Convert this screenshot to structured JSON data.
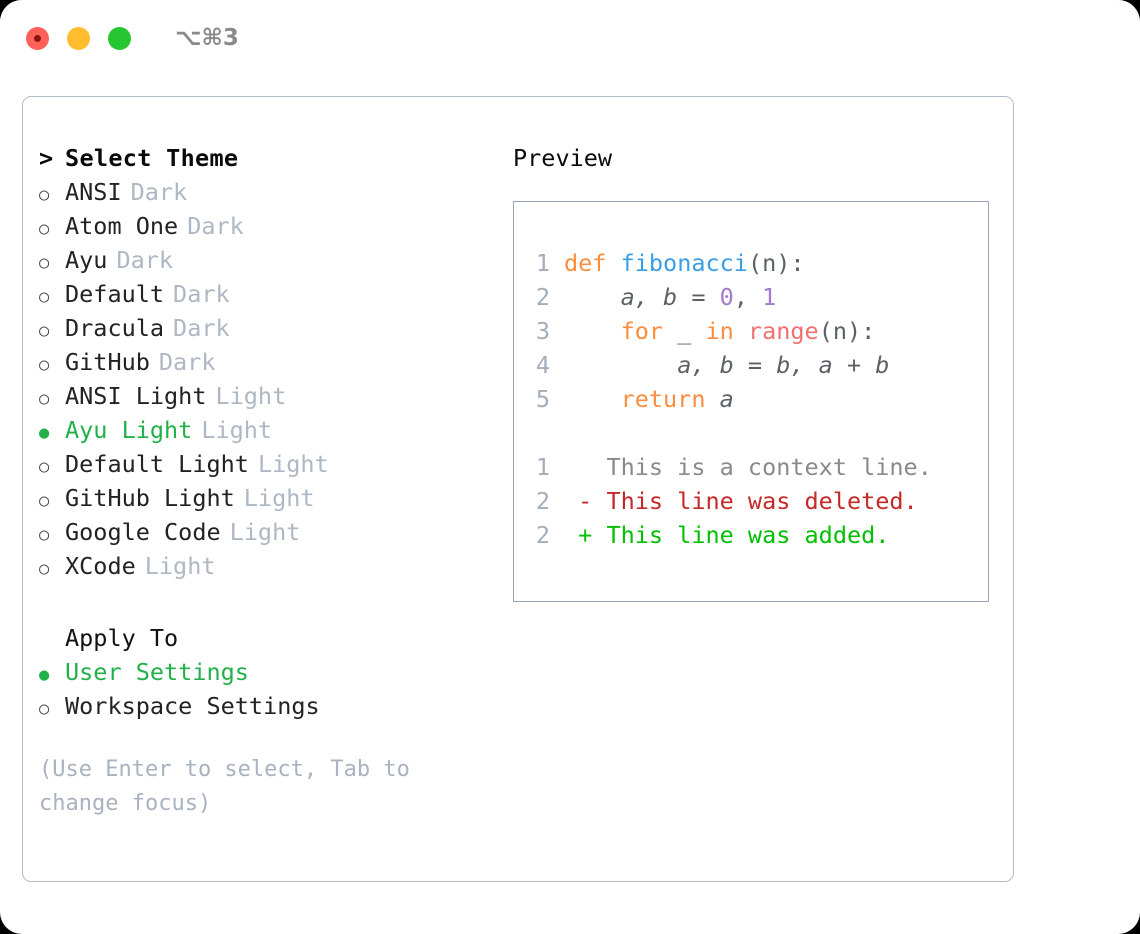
{
  "window": {
    "traffic_lights": [
      "close-red",
      "minimize-yellow",
      "zoom-green"
    ],
    "shortcut": "⌥⌘3"
  },
  "left": {
    "header": {
      "prompt": ">",
      "title": "Select Theme"
    },
    "themes": [
      {
        "marker": "○",
        "name": "ANSI",
        "tag": "Dark",
        "selected": false
      },
      {
        "marker": "○",
        "name": "Atom One",
        "tag": "Dark",
        "selected": false
      },
      {
        "marker": "○",
        "name": "Ayu",
        "tag": "Dark",
        "selected": false
      },
      {
        "marker": "○",
        "name": "Default",
        "tag": "Dark",
        "selected": false
      },
      {
        "marker": "○",
        "name": "Dracula",
        "tag": "Dark",
        "selected": false
      },
      {
        "marker": "○",
        "name": "GitHub",
        "tag": "Dark",
        "selected": false
      },
      {
        "marker": "○",
        "name": "ANSI Light",
        "tag": "Light",
        "selected": false
      },
      {
        "marker": "●",
        "name": "Ayu Light",
        "tag": "Light",
        "selected": true
      },
      {
        "marker": "○",
        "name": "Default Light",
        "tag": "Light",
        "selected": false
      },
      {
        "marker": "○",
        "name": "GitHub Light",
        "tag": "Light",
        "selected": false
      },
      {
        "marker": "○",
        "name": "Google Code",
        "tag": "Light",
        "selected": false
      },
      {
        "marker": "○",
        "name": "XCode",
        "tag": "Light",
        "selected": false
      }
    ],
    "apply_to": {
      "label": "Apply To",
      "options": [
        {
          "marker": "●",
          "name": "User Settings",
          "selected": true
        },
        {
          "marker": "○",
          "name": "Workspace Settings",
          "selected": false
        }
      ]
    },
    "hint": "(Use Enter to select, Tab to change focus)"
  },
  "right": {
    "title": "Preview",
    "code": [
      {
        "no": "1",
        "tokens": [
          {
            "t": "def",
            "c": "tok-kw"
          },
          {
            "t": " ",
            "c": "tok-plain"
          },
          {
            "t": "fibonacci",
            "c": "tok-fn"
          },
          {
            "t": "(n):",
            "c": "tok-plain"
          }
        ]
      },
      {
        "no": "2",
        "tokens": [
          {
            "t": "    ",
            "c": "tok-plain"
          },
          {
            "t": "a, b",
            "c": "tok-var"
          },
          {
            "t": " = ",
            "c": "tok-plain"
          },
          {
            "t": "0",
            "c": "tok-num"
          },
          {
            "t": ", ",
            "c": "tok-plain"
          },
          {
            "t": "1",
            "c": "tok-num"
          }
        ]
      },
      {
        "no": "3",
        "tokens": [
          {
            "t": "    ",
            "c": "tok-plain"
          },
          {
            "t": "for",
            "c": "tok-kw"
          },
          {
            "t": " _ ",
            "c": "tok-plain"
          },
          {
            "t": "in",
            "c": "tok-kw"
          },
          {
            "t": " ",
            "c": "tok-plain"
          },
          {
            "t": "range",
            "c": "tok-call"
          },
          {
            "t": "(n):",
            "c": "tok-plain"
          }
        ]
      },
      {
        "no": "4",
        "tokens": [
          {
            "t": "        ",
            "c": "tok-plain"
          },
          {
            "t": "a, b",
            "c": "tok-var"
          },
          {
            "t": " = ",
            "c": "tok-plain"
          },
          {
            "t": "b, a + b",
            "c": "tok-var"
          }
        ]
      },
      {
        "no": "5",
        "tokens": [
          {
            "t": "    ",
            "c": "tok-plain"
          },
          {
            "t": "return",
            "c": "tok-kw"
          },
          {
            "t": " ",
            "c": "tok-plain"
          },
          {
            "t": "a",
            "c": "tok-var"
          }
        ]
      }
    ],
    "diff": [
      {
        "no": "1",
        "sign": " ",
        "text": "This is a context line.",
        "cls": "diff-ctx"
      },
      {
        "no": "2",
        "sign": "-",
        "text": "This line was deleted.",
        "cls": "diff-del"
      },
      {
        "no": "2",
        "sign": "+",
        "text": "This line was added.",
        "cls": "diff-add"
      }
    ]
  },
  "colors": {
    "accent_green": "#22b04a",
    "keyword_orange": "#fa8d3e",
    "function_blue": "#399ee6",
    "number_purple": "#a37acc",
    "call_salmon": "#f07171",
    "diff_add": "#00c000",
    "diff_del": "#c62828",
    "muted": "#aeb7c4",
    "border": "#b3bccb"
  }
}
